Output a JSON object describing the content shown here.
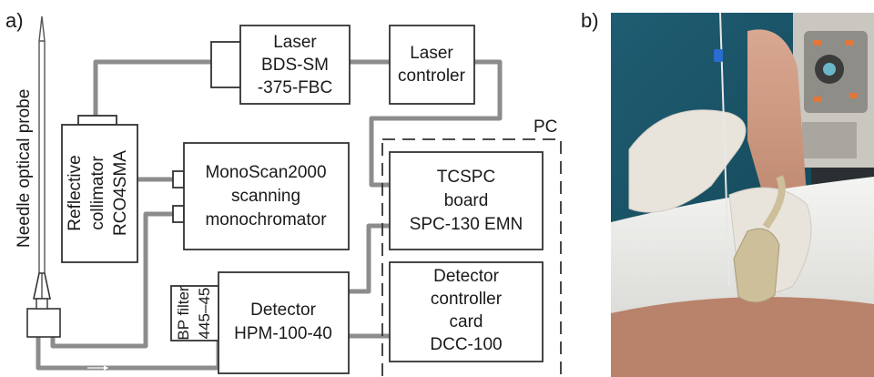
{
  "panels": {
    "a": "a)",
    "b": "b)"
  },
  "diagram": {
    "probe_label": "Needle optical probe",
    "collimator": [
      "Reflective",
      "collimator",
      "RCO4SMA"
    ],
    "laser": [
      "Laser",
      "BDS-SM",
      "-375-FBC"
    ],
    "laser_controller": [
      "Laser",
      "controler"
    ],
    "monochromator": [
      "MonoScan2000",
      "scanning",
      "monochromator"
    ],
    "tcspc": [
      "TCSPC",
      "board",
      "SPC-130 EMN"
    ],
    "pc": "PC",
    "filter": [
      "BP filter",
      "445–45"
    ],
    "detector": [
      "Detector",
      "HPM-100-40"
    ],
    "detector_controller": [
      "Detector",
      "controller",
      "card",
      "DCC-100"
    ],
    "colors": {
      "line": "#8c8c8c",
      "box": "#333333",
      "text": "#1a1a1a"
    }
  },
  "photo": {
    "subject": "clinical-procedure-photo-needle-probe-ultrasound-guided"
  }
}
